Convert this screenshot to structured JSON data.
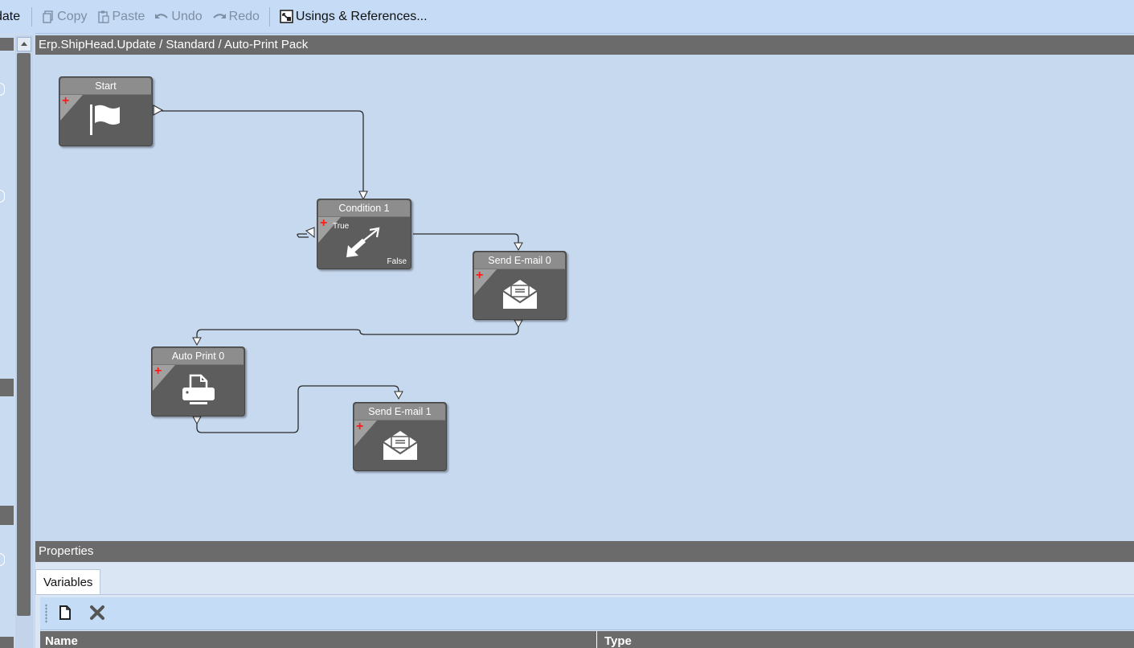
{
  "toolbar": {
    "cut_label": "date",
    "copy_label": "Copy",
    "paste_label": "Paste",
    "undo_label": "Undo",
    "redo_label": "Redo",
    "usings_label": "Usings & References..."
  },
  "designer": {
    "breadcrumb": "Erp.ShipHead.Update / Standard / Auto-Print Pack"
  },
  "nodes": {
    "start": {
      "title": "Start",
      "icon": "flag-icon"
    },
    "condition": {
      "title": "Condition 1",
      "icon": "condition-arrows-icon",
      "true_label": "True",
      "false_label": "False"
    },
    "send_email_0": {
      "title": "Send E-mail 0",
      "icon": "envelope-icon"
    },
    "auto_print_0": {
      "title": "Auto Print 0",
      "icon": "printer-icon"
    },
    "send_email_1": {
      "title": "Send E-mail 1",
      "icon": "envelope-icon"
    }
  },
  "properties": {
    "header": "Properties",
    "tab_variables": "Variables",
    "columns": {
      "name": "Name",
      "type": "Type"
    }
  },
  "colors": {
    "canvas": "#c7d9ef",
    "node_body": "#5d5d5d",
    "node_title": "#8d8d8d",
    "header_bar": "#6b6b6b",
    "toolbar": "#c6dcf6",
    "plus_red": "#ff1a1a"
  }
}
